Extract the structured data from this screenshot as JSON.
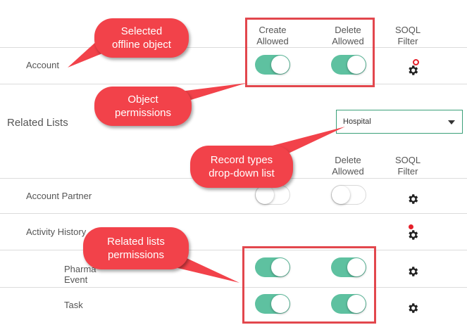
{
  "header": {
    "create_allowed": "Create\nAllowed",
    "delete_allowed": "Delete\nAllowed",
    "soql_filter": "SOQL\nFilter"
  },
  "account": {
    "label": "Account",
    "create_on": true,
    "delete_on": true
  },
  "related_lists": {
    "title": "Related Lists",
    "record_type_selected": "Hospital",
    "header": {
      "delete_allowed": "Delete\nAllowed",
      "soql_filter": "SOQL\nFilter"
    },
    "rows": [
      {
        "label": "Account Partner",
        "create_on": false,
        "delete_on": false
      },
      {
        "label": "Activity History"
      },
      {
        "label": "Pharma\nEvent",
        "create_on": true,
        "delete_on": true
      },
      {
        "label": "Task",
        "create_on": true,
        "delete_on": true
      }
    ]
  },
  "callouts": {
    "selected_object": "Selected\noffline object",
    "object_permissions": "Object\npermissions",
    "record_types": "Record types\ndrop-down list",
    "related_permissions": "Related lists\npermissions"
  },
  "colors": {
    "toggle_on": "#5ec1a0",
    "highlight": "#e2474d",
    "callout": "#f2424a"
  },
  "icons": [
    "gear-icon",
    "chevron-down-icon"
  ]
}
